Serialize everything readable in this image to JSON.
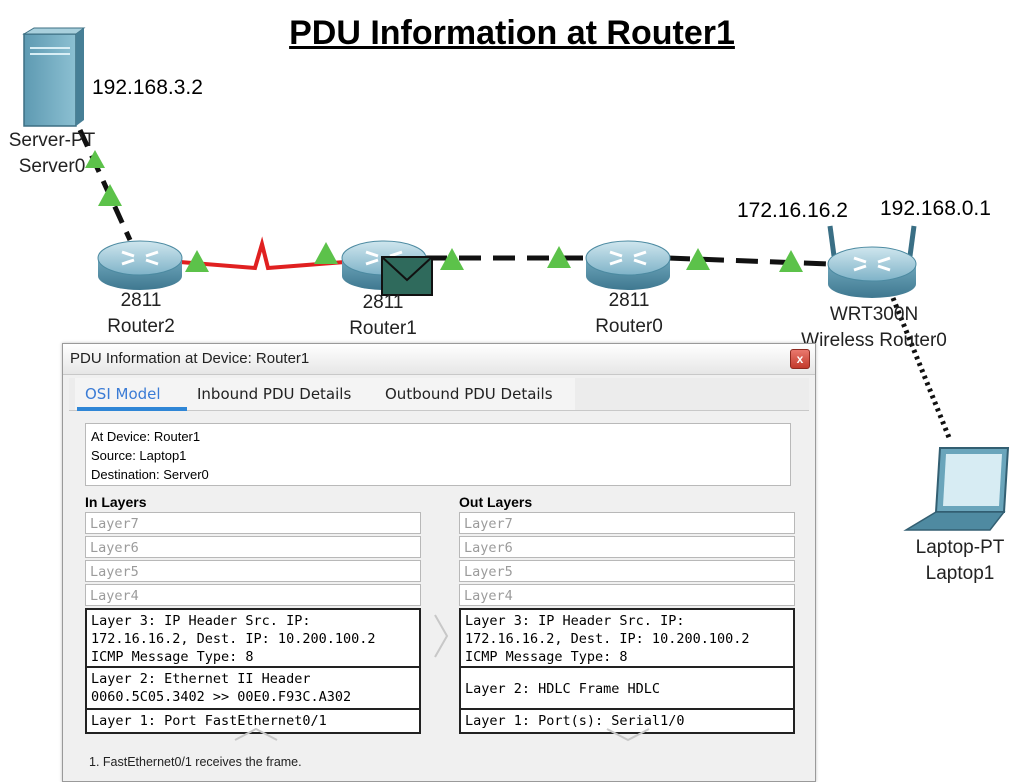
{
  "slide_title": "PDU Information at Router1",
  "topology": {
    "devices": [
      {
        "id": "server0",
        "model": "Server-PT",
        "name": "Server0",
        "icon": "server-icon"
      },
      {
        "id": "router2",
        "model": "2811",
        "name": "Router2",
        "icon": "router-icon"
      },
      {
        "id": "router1",
        "model": "2811",
        "name": "Router1",
        "icon": "router-icon"
      },
      {
        "id": "router0",
        "model": "2811",
        "name": "Router0",
        "icon": "router-icon"
      },
      {
        "id": "wireless_router0",
        "model": "WRT300N",
        "name": "Wireless Router0",
        "icon": "wireless-router-icon"
      },
      {
        "id": "laptop1",
        "model": "Laptop-PT",
        "name": "Laptop1",
        "icon": "laptop-icon"
      }
    ],
    "ip_labels": {
      "server": "192.168.3.2",
      "wan": "172.16.16.2",
      "lan": "192.168.0.1"
    },
    "link_colors": {
      "serial": "#e02020",
      "ethernet": "#111111",
      "status_up": "#5cc24a"
    }
  },
  "pdu_window": {
    "title": "PDU Information at Device: Router1",
    "close_label": "x",
    "tabs": [
      {
        "label": "OSI Model",
        "active": true
      },
      {
        "label": "Inbound PDU Details",
        "active": false
      },
      {
        "label": "Outbound PDU Details",
        "active": false
      }
    ],
    "info": {
      "device": "At Device: Router1",
      "source": "Source: Laptop1",
      "destination": "Destination: Server0"
    },
    "in_layers": {
      "title": "In Layers",
      "upper": [
        "Layer7",
        "Layer6",
        "Layer5",
        "Layer4"
      ],
      "layer3": "Layer 3: IP Header Src. IP: 172.16.16.2, Dest. IP: 10.200.100.2 ICMP Message Type: 8",
      "layer2": "Layer 2: Ethernet II Header 0060.5C05.3402 >> 00E0.F93C.A302",
      "layer1": "Layer 1: Port FastEthernet0/1"
    },
    "out_layers": {
      "title": "Out Layers",
      "upper": [
        "Layer7",
        "Layer6",
        "Layer5",
        "Layer4"
      ],
      "layer3": "Layer 3: IP Header Src. IP: 172.16.16.2, Dest. IP: 10.200.100.2 ICMP Message Type: 8",
      "layer2": "Layer 2: HDLC Frame HDLC",
      "layer1": "Layer 1: Port(s): Serial1/0"
    },
    "steps": [
      "1. FastEthernet0/1 receives the frame."
    ]
  }
}
